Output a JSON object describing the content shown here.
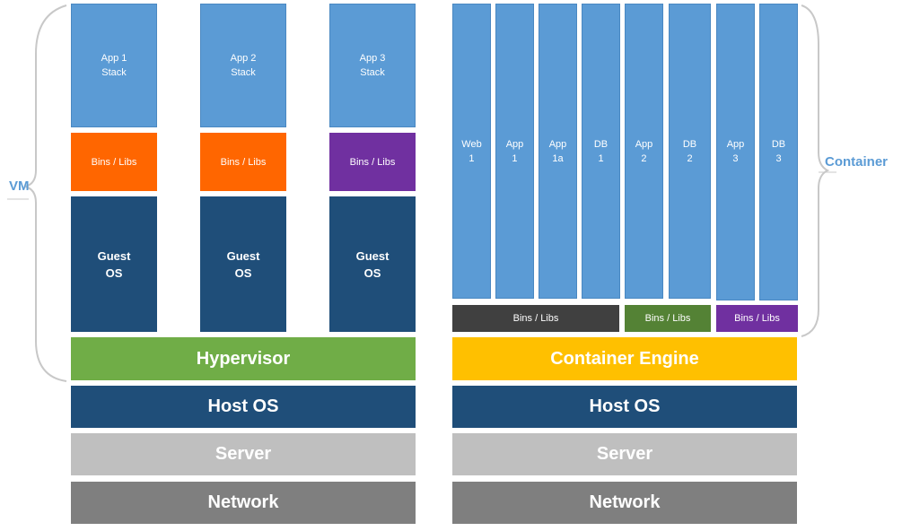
{
  "labels": {
    "vm": "VM",
    "container": "Container"
  },
  "vm_side": {
    "apps": [
      "App 1\nStack",
      "App 2\nStack",
      "App 3\nStack"
    ],
    "bins": [
      "Bins / Libs",
      "Bins / Libs",
      "Bins / Libs"
    ],
    "guest_os": [
      "Guest\nOS",
      "Guest\nOS",
      "Guest\nOS"
    ],
    "hypervisor": "Hypervisor",
    "host_os": "Host OS",
    "server": "Server",
    "network": "Network"
  },
  "container_side": {
    "containers": [
      "Web\n1",
      "App\n1",
      "App\n1a",
      "DB\n1",
      "App\n2",
      "DB\n2",
      "App\n3",
      "DB\n3"
    ],
    "bins": [
      "Bins / Libs",
      "Bins / Libs",
      "Bins / Libs"
    ],
    "engine": "Container Engine",
    "host_os": "Host OS",
    "server": "Server",
    "network": "Network"
  },
  "colors": {
    "app_blue": "#5b9bd5",
    "navy": "#1f4e79",
    "orange": "#ff6600",
    "purple": "#7030a0",
    "green": "#70ad47",
    "dark_green": "#548235",
    "gold": "#ffc000",
    "gray_light": "#bfbfbf",
    "gray_dark": "#7f7f7f",
    "charcoal": "#404040"
  }
}
